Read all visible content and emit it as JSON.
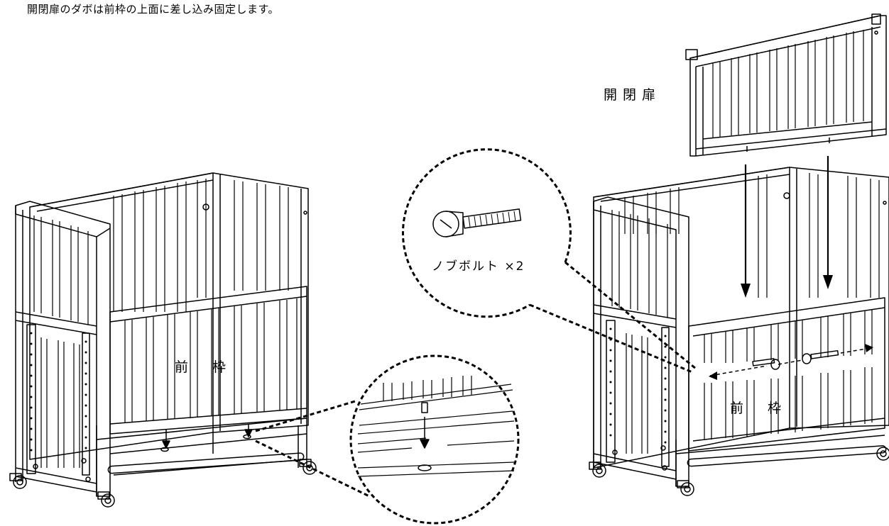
{
  "instruction": "開閉扉のダボは前枠の上面に差し込み固定します。",
  "labels": {
    "door": "開閉扉",
    "front_frame_a": "前",
    "front_frame_b": "枠",
    "knob_bolt": "ノブボルト ×2"
  },
  "colors": {
    "ink": "#000000",
    "paper": "#ffffff"
  }
}
